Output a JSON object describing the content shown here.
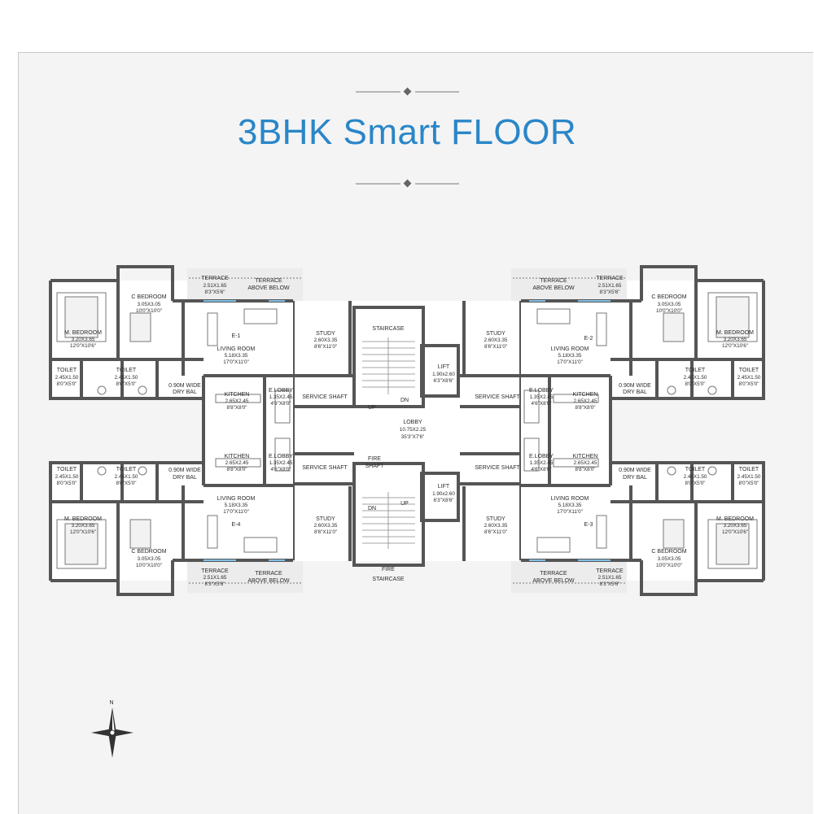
{
  "title": "3BHK Smart FLOOR",
  "colors": {
    "accent": "#2a86c8",
    "wall": "#555555",
    "background": "#f4f4f4"
  },
  "compass": {
    "north_label": "N",
    "icon": "compass-rose-icon"
  },
  "core": {
    "staircase": "STAIRCASE",
    "fire_staircase_l1": "FIRE",
    "fire_staircase_l2": "STAIRCASE",
    "lobby_l1": "LOBBY",
    "lobby_l2": "10.75X2.25",
    "lobby_l3": "35'3\"X7'6\"",
    "lift_l1": "LIFT",
    "lift_top_dim": "1.90x2.60",
    "lift_bottom_dim": "1.90x2.60",
    "lift_imp": "6'3\"X8'6\"",
    "fire_shaft_l1": "FIRE",
    "fire_shaft_l2": "SHAFT",
    "up": "UP",
    "dn": "DN"
  },
  "rooms": {
    "terrace": {
      "name": "TERRACE",
      "dim": "2.51X1.65",
      "imp": "8'3\"X5'6\""
    },
    "terrace_above_l1": "TERRACE",
    "terrace_above_l2": "ABOVE BELOW",
    "c_bedroom": {
      "name": "C BEDROOM",
      "dim": "3.05X3.05",
      "imp": "10'0\"X10'0\""
    },
    "m_bedroom": {
      "name": "M. BEDROOM",
      "dim": "3.20X3.65",
      "imp": "12'0\"X10'6\""
    },
    "living": {
      "name": "LIVING ROOM",
      "dim": "5.18X3.35",
      "imp": "17'0\"X11'0\""
    },
    "study": {
      "name": "STUDY",
      "dim": "2.60X3.35",
      "imp": "8'6\"X11'0\""
    },
    "toilet": {
      "name": "TOILET",
      "dim": "2.45X1.50",
      "imp": "8'0\"X5'0\""
    },
    "dry_bal_l1": "0.90M WIDE",
    "dry_bal_l2": "DRY BAL",
    "kitchen": {
      "name": "KITCHEN",
      "dim": "2.65X2.45",
      "imp": "8'8\"X8'0\""
    },
    "elobby": {
      "name": "E.LOBBY",
      "dim": "1.35X2.45",
      "imp": "4'6\"X8'0\""
    },
    "service_shaft": "SERVICE SHAFT"
  },
  "units": {
    "e1": "E-1",
    "e2": "E-2",
    "e3": "E-3",
    "e4": "E-4"
  }
}
